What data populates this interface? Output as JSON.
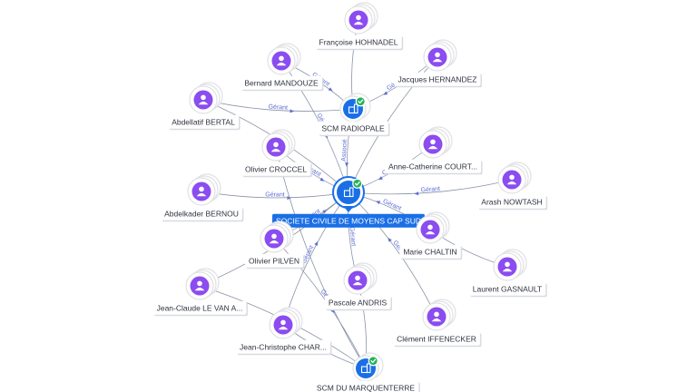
{
  "colors": {
    "person": "#8b4cf0",
    "company": "#1a6fe6",
    "check": "#24b35a",
    "edge": "#8a93a6",
    "edge_label": "#5b6bd6"
  },
  "nodes": [
    {
      "id": "center",
      "label": "SOCIETE CIVILE DE MOYENS CAP SUD",
      "kind": "company-center",
      "icon": "building-icon"
    },
    {
      "id": "radiopale",
      "label": "SCM RADIOPALE",
      "kind": "company",
      "icon": "building-icon"
    },
    {
      "id": "marquenterre",
      "label": "SCM DU MARQUENTERRE",
      "kind": "company",
      "icon": "building-icon"
    },
    {
      "id": "hohnadel",
      "label": "Françoise HOHNADEL",
      "kind": "person",
      "icon": "person-icon"
    },
    {
      "id": "mandouze",
      "label": "Bernard MANDOUZE",
      "kind": "person",
      "icon": "person-icon"
    },
    {
      "id": "hernandez",
      "label": "Jacques HERNANDEZ",
      "kind": "person",
      "icon": "person-icon"
    },
    {
      "id": "bertal",
      "label": "Abdellatif BERTAL",
      "kind": "person",
      "icon": "person-icon"
    },
    {
      "id": "croccel",
      "label": "Olivier CROCCEL",
      "kind": "person",
      "icon": "person-icon"
    },
    {
      "id": "courtaud",
      "label": "Anne-Catherine COURT...",
      "kind": "person",
      "icon": "person-icon"
    },
    {
      "id": "nowtash",
      "label": "Arash NOWTASH",
      "kind": "person",
      "icon": "person-icon"
    },
    {
      "id": "bernou",
      "label": "Abdelkader BERNOU",
      "kind": "person",
      "icon": "person-icon"
    },
    {
      "id": "chaltin",
      "label": "Marie CHALTIN",
      "kind": "person",
      "icon": "person-icon"
    },
    {
      "id": "pilven",
      "label": "Olivier PILVEN",
      "kind": "person",
      "icon": "person-icon"
    },
    {
      "id": "gasnault",
      "label": "Laurent GASNAULT",
      "kind": "person",
      "icon": "person-icon"
    },
    {
      "id": "levan",
      "label": "Jean-Claude LE VAN A...",
      "kind": "person",
      "icon": "person-icon"
    },
    {
      "id": "andris",
      "label": "Pascale ANDRIS",
      "kind": "person",
      "icon": "person-icon"
    },
    {
      "id": "charlet",
      "label": "Jean-Christophe CHAR...",
      "kind": "person",
      "icon": "person-icon"
    },
    {
      "id": "iffenecker",
      "label": "Clément IFFENECKER",
      "kind": "person",
      "icon": "person-icon"
    }
  ],
  "edges": [
    {
      "from": "bertal",
      "to": "radiopale",
      "label": "Gérant"
    },
    {
      "from": "mandouze",
      "to": "radiopale",
      "label": "Gérant"
    },
    {
      "from": "hohnadel",
      "to": "radiopale",
      "label": ""
    },
    {
      "from": "hernandez",
      "to": "radiopale",
      "label": "Gérant"
    },
    {
      "from": "radiopale",
      "to": "center",
      "label": "Associé"
    },
    {
      "from": "mandouze",
      "to": "center",
      "label": "Gérant"
    },
    {
      "from": "croccel",
      "to": "center",
      "label": "Gérant"
    },
    {
      "from": "bertal",
      "to": "center",
      "label": "Gérant"
    },
    {
      "from": "bernou",
      "to": "center",
      "label": "Gérant"
    },
    {
      "from": "courtaud",
      "to": "center",
      "label": "Gérant"
    },
    {
      "from": "hernandez",
      "to": "center",
      "label": ""
    },
    {
      "from": "nowtash",
      "to": "center",
      "label": "Gérant"
    },
    {
      "from": "chaltin",
      "to": "center",
      "label": "Gérant"
    },
    {
      "from": "gasnault",
      "to": "chaltin",
      "label": ""
    },
    {
      "from": "pilven",
      "to": "center",
      "label": "Gérant"
    },
    {
      "from": "andris",
      "to": "center",
      "label": "Gérant"
    },
    {
      "from": "iffenecker",
      "to": "center",
      "label": "Gérant"
    },
    {
      "from": "charlet",
      "to": "center",
      "label": "Gérant"
    },
    {
      "from": "levan",
      "to": "center",
      "label": ""
    },
    {
      "from": "pilven",
      "to": "marquenterre",
      "label": "Gérant"
    },
    {
      "from": "croccel",
      "to": "marquenterre",
      "label": ""
    },
    {
      "from": "andris",
      "to": "marquenterre",
      "label": ""
    },
    {
      "from": "charlet",
      "to": "marquenterre",
      "label": ""
    },
    {
      "from": "levan",
      "to": "marquenterre",
      "label": ""
    }
  ]
}
